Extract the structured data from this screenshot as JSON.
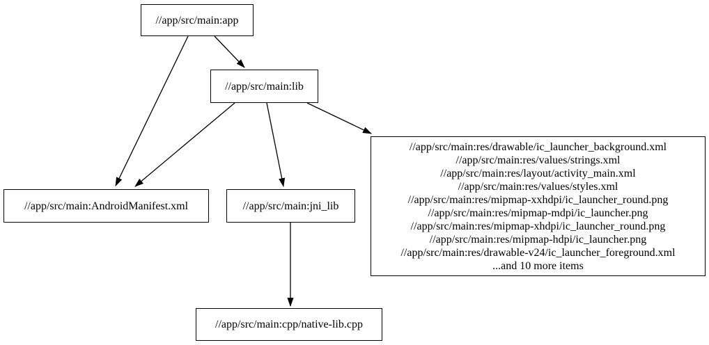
{
  "canvas": {
    "background_color": "#ffffff",
    "node_border_color": "#000000",
    "node_fill_color": "#ffffff",
    "text_color": "#000000",
    "edge_color": "#000000"
  },
  "nodes": {
    "app": {
      "label": "//app/src/main:app"
    },
    "lib": {
      "label": "//app/src/main:lib"
    },
    "manifest": {
      "label": "//app/src/main:AndroidManifest.xml"
    },
    "jni_lib": {
      "label": "//app/src/main:jni_lib"
    },
    "res_group": {
      "lines": [
        "//app/src/main:res/drawable/ic_launcher_background.xml",
        "//app/src/main:res/values/strings.xml",
        "//app/src/main:res/layout/activity_main.xml",
        "//app/src/main:res/values/styles.xml",
        "//app/src/main:res/mipmap-xxhdpi/ic_launcher_round.png",
        "//app/src/main:res/mipmap-mdpi/ic_launcher.png",
        "//app/src/main:res/mipmap-xhdpi/ic_launcher_round.png",
        "//app/src/main:res/mipmap-hdpi/ic_launcher.png",
        "//app/src/main:res/drawable-v24/ic_launcher_foreground.xml",
        "...and 10 more items"
      ]
    },
    "native_lib": {
      "label": "//app/src/main:cpp/native-lib.cpp"
    }
  },
  "edges": [
    {
      "from": "//app/src/main:app",
      "to": "//app/src/main:AndroidManifest.xml"
    },
    {
      "from": "//app/src/main:app",
      "to": "//app/src/main:lib"
    },
    {
      "from": "//app/src/main:lib",
      "to": "//app/src/main:AndroidManifest.xml"
    },
    {
      "from": "//app/src/main:lib",
      "to": "//app/src/main:jni_lib"
    },
    {
      "from": "//app/src/main:lib",
      "to": "res-group"
    },
    {
      "from": "//app/src/main:jni_lib",
      "to": "//app/src/main:cpp/native-lib.cpp"
    }
  ]
}
